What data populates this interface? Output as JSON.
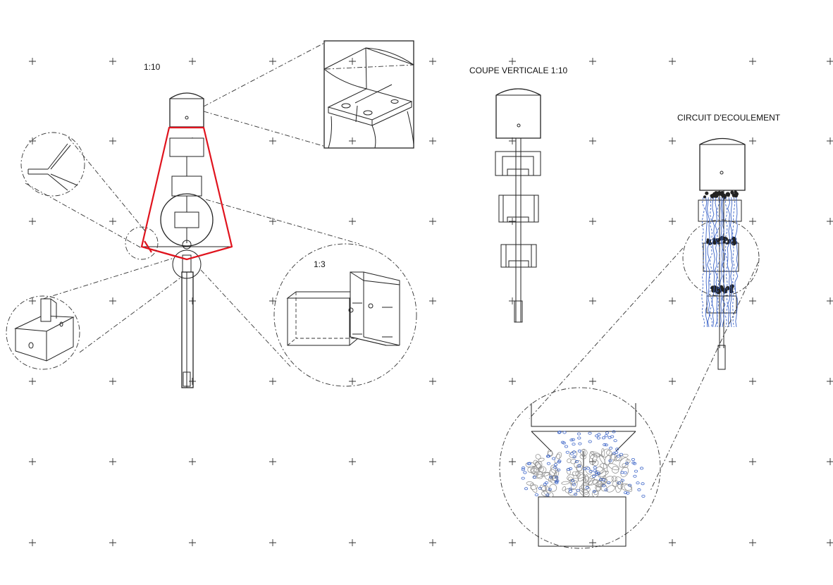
{
  "labels": {
    "scale_main": "1:10",
    "scale_detail": "1:3",
    "section_title": "COUPE VERTICALE 1:10",
    "flow_title": "CIRCUIT D'ECOULEMENT"
  },
  "colors": {
    "highlight": "#e0141e",
    "flow": "#3b64c8",
    "line": "#222222"
  }
}
